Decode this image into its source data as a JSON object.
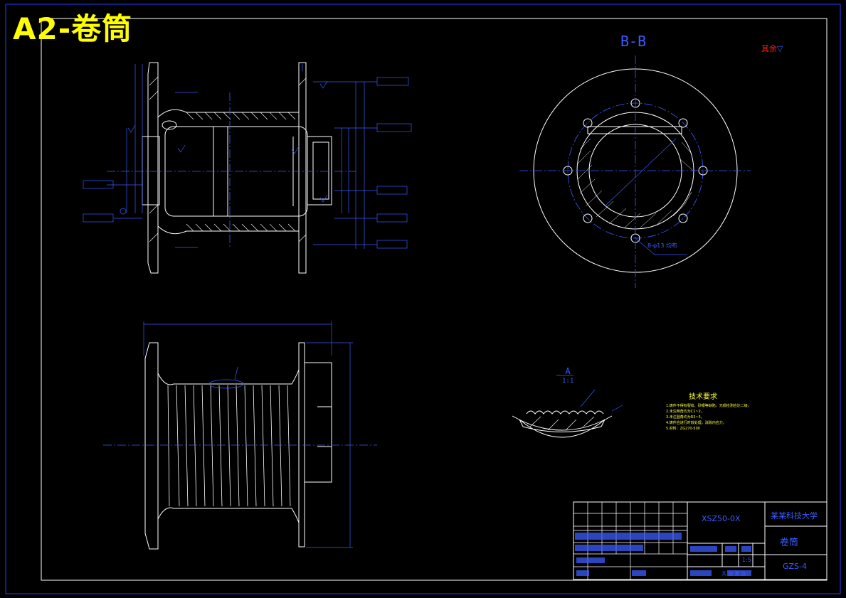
{
  "drawing": {
    "title": "A2-卷筒",
    "section_label": "B-B",
    "roughness_note": "其余",
    "detail": {
      "label": "A",
      "scale": "1:1"
    },
    "bolt_note": "8-φ13 均布",
    "tech_requirements": {
      "title": "技术要求",
      "items": [
        "1.铸件不得有裂纹、砂眼等缺陷，无损检测应达二级。",
        "2.未注倒角均为C1~2。",
        "3.未注圆角均为R3~5。",
        "4.铸件应进行时效处理，消除内应力。",
        "5.材料：ZG270-500"
      ]
    }
  },
  "title_block": {
    "code": "XSZ50-0X",
    "school": "某某科技大学",
    "part_name": "卷筒",
    "drawing_no": "GZS-4",
    "scale": "1:5",
    "sheet": "共 张 第 张"
  },
  "colors": {
    "line": "#ffffff",
    "blue": "#3a5cff",
    "yellow": "#ffff00",
    "red": "#ff2020"
  }
}
